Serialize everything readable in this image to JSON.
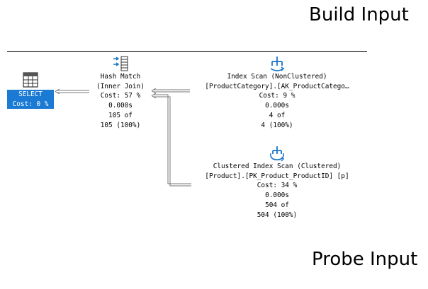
{
  "annotations": {
    "build_input": "Build Input",
    "probe_input": "Probe Input"
  },
  "plan": {
    "select": {
      "icon": "select-result-icon",
      "label": "SELECT",
      "cost": "Cost: 0 %"
    },
    "hash_match": {
      "icon": "hash-match-icon",
      "name": "Hash Match",
      "join_type": "(Inner Join)",
      "cost": "Cost: 57 %",
      "time": "0.000s",
      "rows": "105 of",
      "rows_pct": "105 (100%)"
    },
    "index_scan": {
      "icon": "index-scan-icon",
      "name": "Index Scan (NonClustered)",
      "object": "[ProductCategory].[AK_ProductCatego…",
      "cost": "Cost: 9 %",
      "time": "0.000s",
      "rows": "4 of",
      "rows_pct": "4 (100%)"
    },
    "clustered_scan": {
      "icon": "clustered-index-scan-icon",
      "name": "Clustered Index Scan (Clustered)",
      "object": "[Product].[PK_Product_ProductID] [p]",
      "cost": "Cost: 34 %",
      "time": "0.000s",
      "rows": "504 of",
      "rows_pct": "504 (100%)"
    }
  }
}
